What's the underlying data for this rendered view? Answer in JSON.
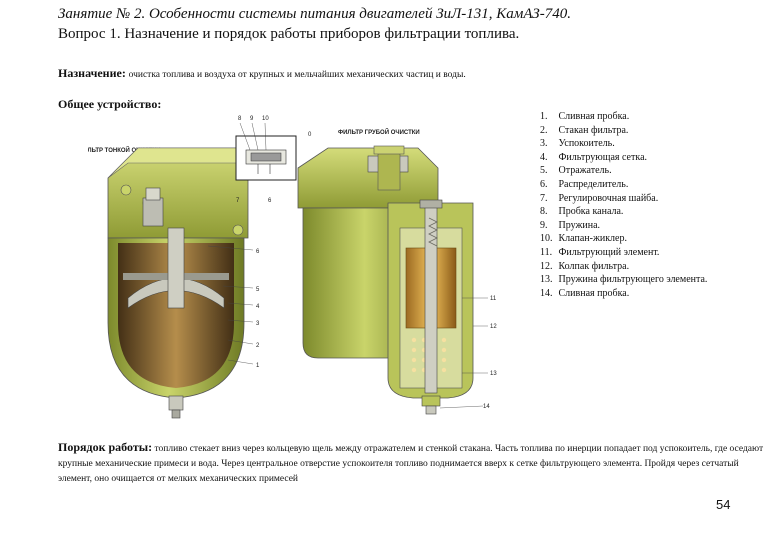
{
  "slide": {
    "title_line1": "Занятие № 2. Особенности системы питания двигателей ЗиЛ-131, КамАЗ-740.",
    "title_line2": "Вопрос 1. Назначение и порядок работы приборов фильтрации топлива.",
    "purpose_label": "Назначение:",
    "purpose_text": "очистка топлива и воздуха от крупных и мельчайших механических частиц и воды.",
    "general_label": "Общее устройство:",
    "work_label": "Порядок работы:",
    "work_text": "топливо стекает вниз через кольцевую щель между отражателем и стенкой стакана. Часть топлива по инерции попадает под успокоитель, где оседают крупные механические примеси и вода. Через центральное отверстие успокоителя топливо поднимается вверх к сетке фильтрующего элемента. Пройдя через сетчатый элемент, оно очищается от мелких механических примесей",
    "page_number": "54"
  },
  "parts": [
    {
      "num": "1.",
      "name": "Сливная пробка."
    },
    {
      "num": "2.",
      "name": "Стакан фильтра."
    },
    {
      "num": "3.",
      "name": "Успокоитель."
    },
    {
      "num": "4.",
      "name": "Фильтрующая сетка."
    },
    {
      "num": "5.",
      "name": "Отражатель."
    },
    {
      "num": "6.",
      "name": "Распределитель."
    },
    {
      "num": "7.",
      "name": "Регулировочная шайба."
    },
    {
      "num": "8.",
      "name": "Пробка канала."
    },
    {
      "num": "9.",
      "name": "Пружина."
    },
    {
      "num": "10.",
      "name": "Клапан-жиклер."
    },
    {
      "num": "11.",
      "name": "Фильтрующий элемент."
    },
    {
      "num": "12.",
      "name": "Колпак фильтра."
    },
    {
      "num": "13.",
      "name": "Пружина фильтрующего элемента."
    },
    {
      "num": "14.",
      "name": "Сливная пробка."
    }
  ],
  "figure": {
    "fine_filter_label": "ФИЛЬТР ТОНКОЙ ОЧИСТКИ",
    "coarse_filter_label": "ФИЛЬТР ГРУБОЙ ОЧИСТКИ",
    "callouts": {
      "c8": "8",
      "c9": "9",
      "c10": "10",
      "c0": "0",
      "c7": "7",
      "c6small": "6",
      "c6": "6",
      "c5": "5",
      "c4": "4",
      "c3": "3",
      "c2": "2",
      "c1": "1",
      "c11": "11",
      "c12": "12",
      "c13": "13",
      "c14": "14"
    },
    "colors": {
      "body": "#b9c45a",
      "body_dark": "#7d8a2c",
      "metal": "#c9c9bd",
      "element": "#e2b34d"
    }
  }
}
